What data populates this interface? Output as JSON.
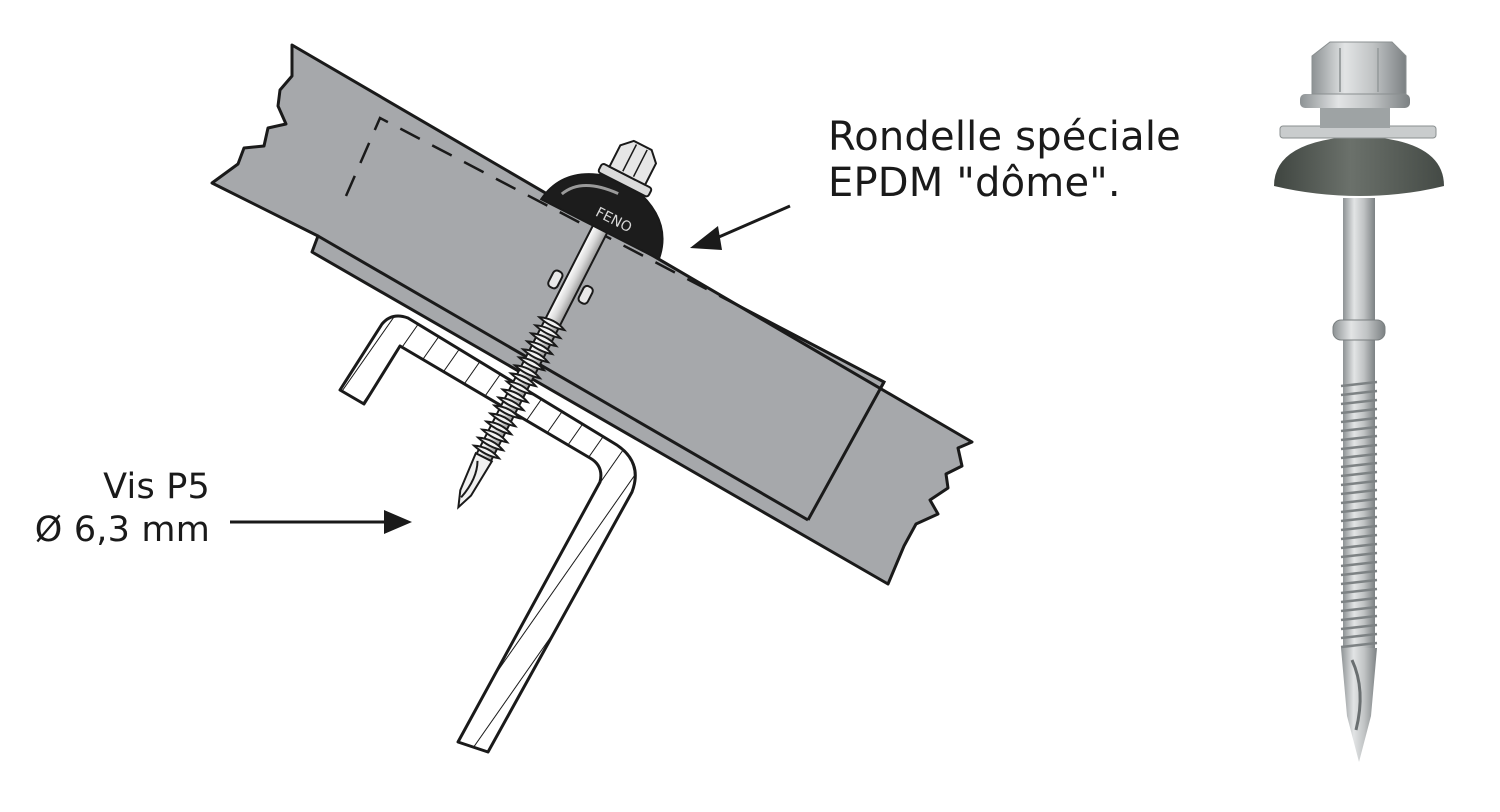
{
  "washer_callout": {
    "line1": "Rondelle spéciale",
    "line2": "EPDM \"dôme\"."
  },
  "screw_callout": {
    "line1": "Vis P5",
    "line2": "Ø 6,3 mm"
  },
  "washer_marking": "FENO",
  "colors": {
    "panel_fill": "#a6a8ab",
    "outline": "#1a1a1a",
    "washer_dark": "#1c1c1c",
    "washer_gray": "#585e58",
    "steel": "#c3c6c7",
    "background": "#ffffff"
  }
}
